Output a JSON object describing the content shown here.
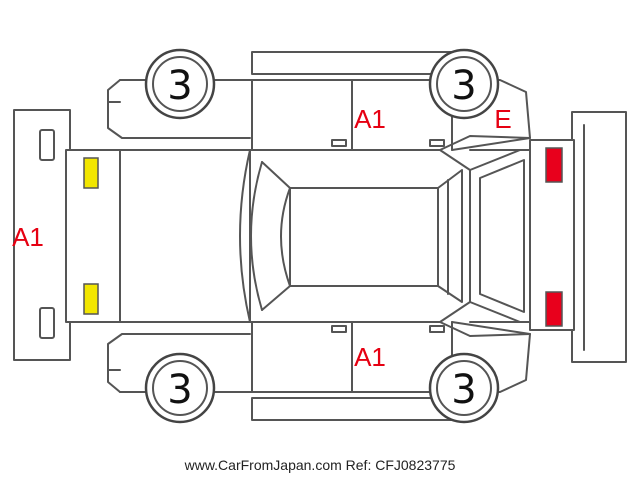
{
  "tires": {
    "front_left": "3",
    "front_right": "3",
    "rear_left": "3",
    "rear_right": "3"
  },
  "damage_marks": {
    "rear_bumper": "A1",
    "upper_doors": "A1",
    "lower_doors": "A1",
    "front_fender": "E"
  },
  "lamps": {
    "rear_color": "#f2e600",
    "front_color": "#e8001c"
  },
  "colors": {
    "mark": "#e60012",
    "outline": "#555555"
  },
  "footer": {
    "site": "www.CarFromJapan.com",
    "ref": "Ref: CFJ0823775"
  }
}
